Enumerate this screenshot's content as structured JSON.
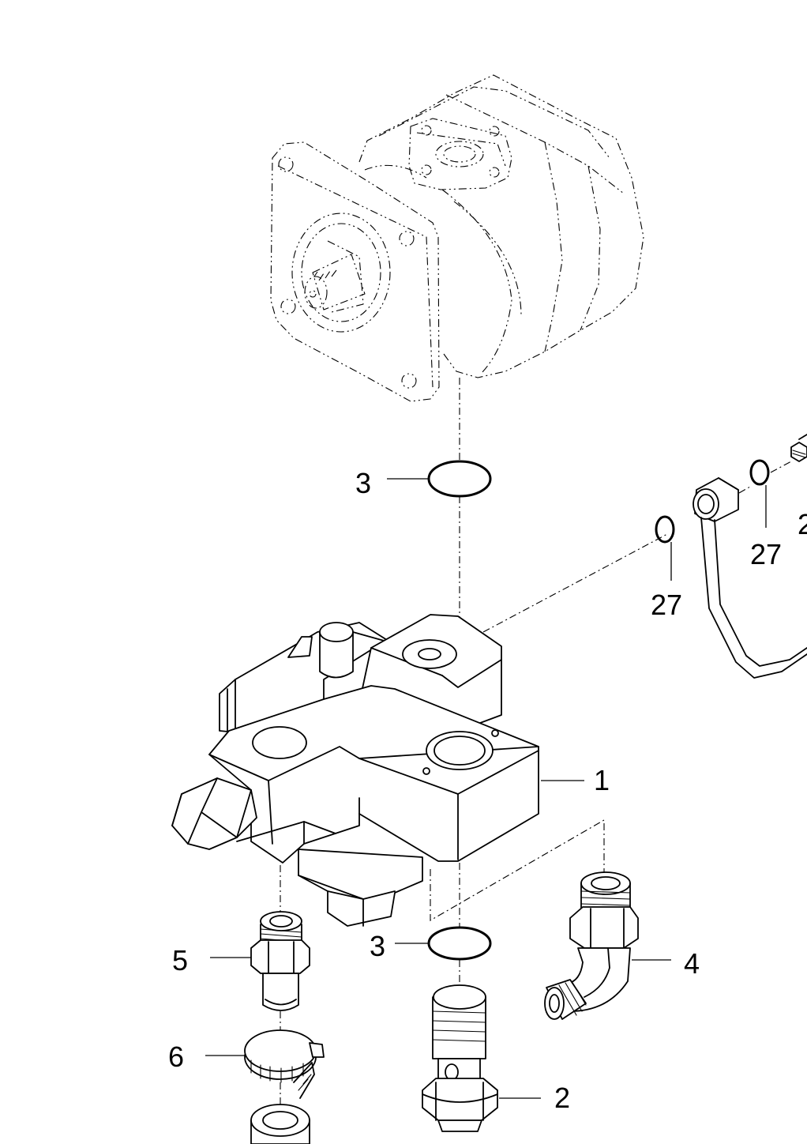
{
  "callouts": {
    "c1": "1",
    "c2": "2",
    "c3_top": "3",
    "c3_bottom": "3",
    "c4": "4",
    "c5": "5",
    "c6": "6",
    "c27_left": "27",
    "c27_right": "27",
    "c2_partial": "2"
  }
}
